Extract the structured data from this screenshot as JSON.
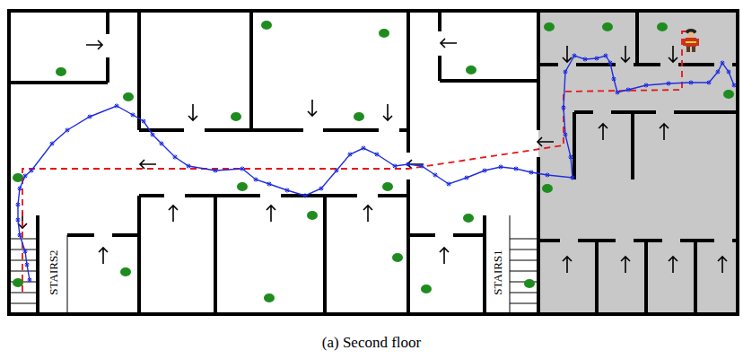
{
  "diagram": {
    "caption": "(a) Second floor",
    "labels": [
      "STAIRS2",
      "STAIRS1"
    ]
  }
}
